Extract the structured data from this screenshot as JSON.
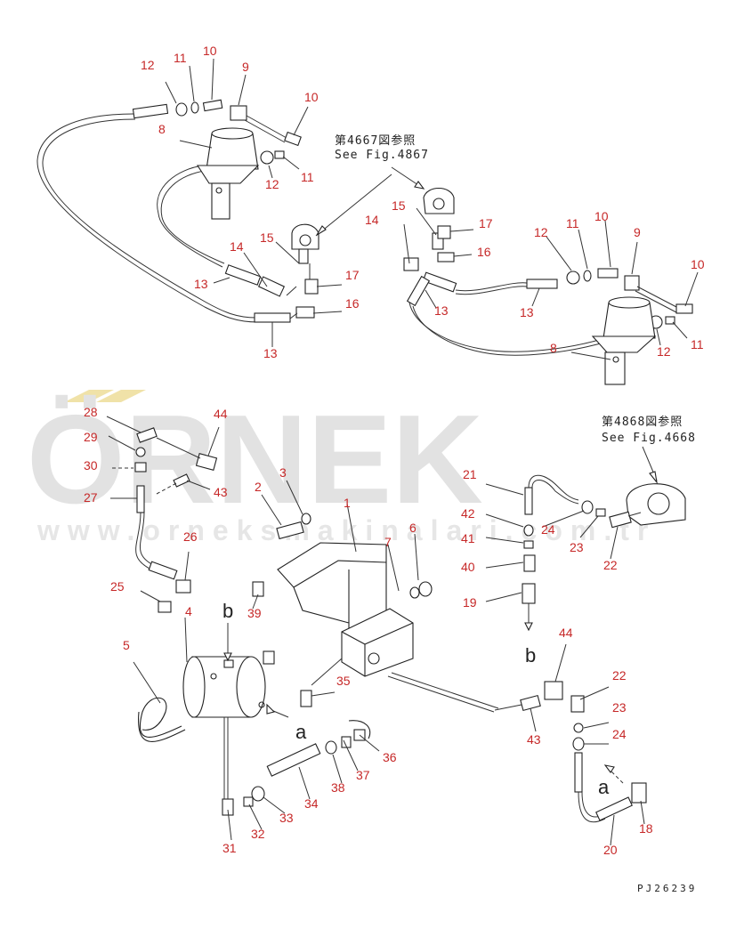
{
  "references": {
    "fig4867_jp": "第4667図参照",
    "fig4867_en": "See Fig.4867",
    "fig4868_jp": "第4868図参照",
    "fig4868_en": "See Fig.4668"
  },
  "view_markers": {
    "a": "a",
    "b": "b"
  },
  "drawing_number": "PJ26239",
  "watermark": {
    "brand": "ÖRNEK",
    "url": "www.orneksmakinalari.com.tr"
  },
  "part_numbers": {
    "n1": "1",
    "n2": "2",
    "n3": "3",
    "n4": "4",
    "n5": "5",
    "n6": "6",
    "n7": "7",
    "n8a": "8",
    "n8b": "8",
    "n9a": "9",
    "n9b": "9",
    "n10a": "10",
    "n10b": "10",
    "n10c": "10",
    "n10d": "10",
    "n11a": "11",
    "n11b": "11",
    "n11c": "11",
    "n11d": "11",
    "n12a": "12",
    "n12b": "12",
    "n12c": "12",
    "n12d": "12",
    "n13a": "13",
    "n13b": "13",
    "n13c": "13",
    "n13d": "13",
    "n14a": "14",
    "n14b": "14",
    "n15a": "15",
    "n15b": "15",
    "n16a": "16",
    "n16b": "16",
    "n17a": "17",
    "n17b": "17",
    "n18": "18",
    "n19": "19",
    "n20": "20",
    "n21": "21",
    "n22a": "22",
    "n22b": "22",
    "n23a": "23",
    "n23b": "23",
    "n24a": "24",
    "n24b": "24",
    "n25": "25",
    "n26": "26",
    "n27": "27",
    "n28": "28",
    "n29": "29",
    "n30": "30",
    "n31": "31",
    "n32": "32",
    "n33": "33",
    "n34": "34",
    "n35": "35",
    "n36": "36",
    "n37": "37",
    "n38": "38",
    "n39": "39",
    "n40": "40",
    "n41": "41",
    "n42": "42",
    "n43a": "43",
    "n43b": "43",
    "n44a": "44",
    "n44b": "44"
  }
}
